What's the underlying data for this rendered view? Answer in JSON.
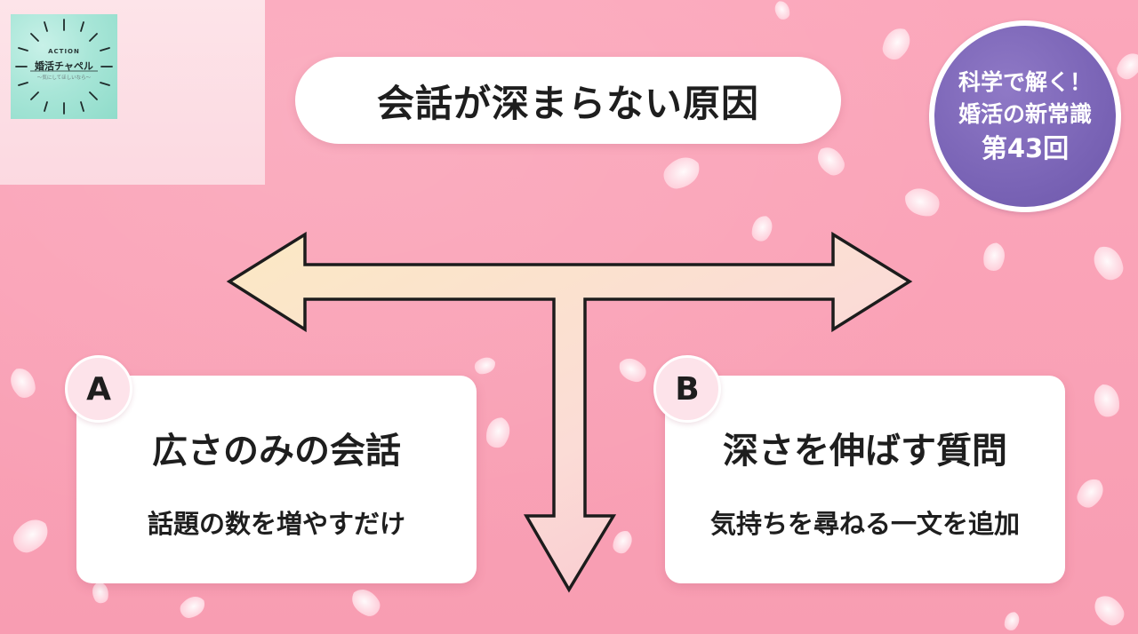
{
  "logo": {
    "small_text": "ACTION",
    "name": "婚活チャペル",
    "tagline": "〜気にしてほしいなら〜"
  },
  "title": "会話が深まらない原因",
  "series_badge": {
    "line1": "科学で解く！",
    "line2": "婚活の新常識",
    "line3": "第43回"
  },
  "options": [
    {
      "letter": "A",
      "heading": "広さのみの会話",
      "subtext": "話題の数を増やすだけ"
    },
    {
      "letter": "B",
      "heading": "深さを伸ばす質問",
      "subtext": "気持ちを尋ねる一文を追加"
    }
  ],
  "colors": {
    "background": "#f9a0b4",
    "badge_purple": "#7a64b6",
    "arrow_left": "#fbe8c4",
    "arrow_right": "#fac3cf",
    "logo_teal": "#a9e6d8"
  },
  "icons": {
    "arrow": "three-way-arrow-icon",
    "petals": "sakura-petal-icon"
  }
}
